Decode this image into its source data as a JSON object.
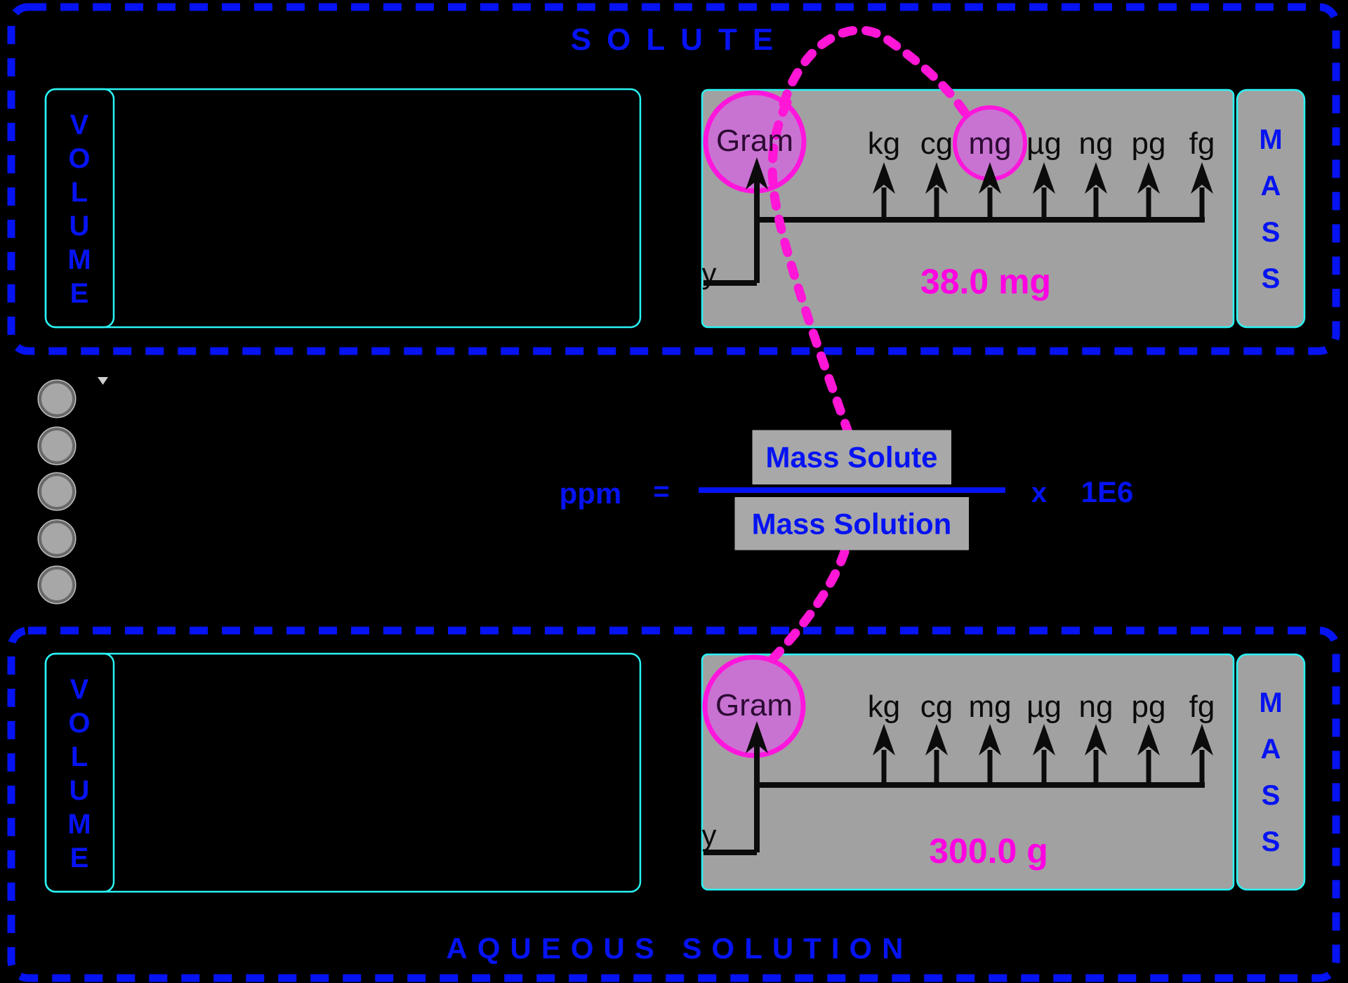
{
  "solute": {
    "title": "SOLUTE",
    "volume_label": "VOLUME",
    "mass_label": "MASS",
    "scale": {
      "base_unit": "Gram",
      "units": [
        "kg",
        "cg",
        "mg",
        "µg",
        "ng",
        "pg",
        "fg"
      ],
      "circled_units": [
        "Gram",
        "mg"
      ],
      "partial_text": "y"
    },
    "mass_value": "38.0 mg"
  },
  "solution": {
    "title": "AQUEOUS SOLUTION",
    "volume_label": "VOLUME",
    "mass_label": "MASS",
    "scale": {
      "base_unit": "Gram",
      "units": [
        "kg",
        "cg",
        "mg",
        "µg",
        "ng",
        "pg",
        "fg"
      ],
      "circled_units": [
        "Gram"
      ],
      "partial_text": "y"
    },
    "mass_value": "300.0 g"
  },
  "formula": {
    "lhs": "ppm",
    "equals": "=",
    "numerator": "Mass Solute",
    "denominator": "Mass Solution",
    "multiplier": "x",
    "factor": "1E6"
  },
  "colors": {
    "accent_blue": "#0613f2",
    "cyan": "#2af3f3",
    "panel_gray": "#a1a1a1",
    "formula_box_gray": "#a8a8a8",
    "magenta": "#ff16d6",
    "value_pink": "#ff00e2",
    "circle_fill": "#c873d2"
  }
}
